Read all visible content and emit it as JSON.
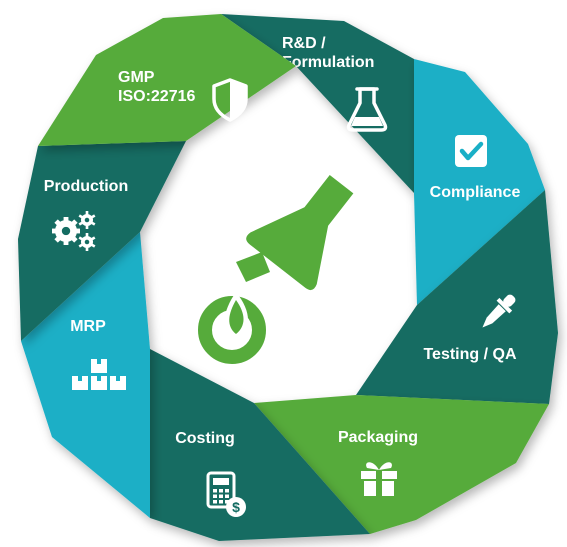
{
  "colors": {
    "dark_teal": "#146c62",
    "light_blue": "#1aafc6",
    "green": "#56ab3b",
    "white": "#ffffff"
  },
  "segments": [
    {
      "id": "rd",
      "lines": [
        "R&D /",
        "Formulation"
      ],
      "color": "dark_teal",
      "icon": "flask-icon"
    },
    {
      "id": "compliance",
      "lines": [
        "Compliance"
      ],
      "color": "light_blue",
      "icon": "checkbox-icon"
    },
    {
      "id": "testing",
      "lines": [
        "Testing / QA"
      ],
      "color": "dark_teal",
      "icon": "dropper-icon"
    },
    {
      "id": "packaging",
      "lines": [
        "Packaging"
      ],
      "color": "green",
      "icon": "gift-icon"
    },
    {
      "id": "costing",
      "lines": [
        "Costing"
      ],
      "color": "dark_teal",
      "icon": "calculator-dollar-icon"
    },
    {
      "id": "mrp",
      "lines": [
        "MRP"
      ],
      "color": "light_blue",
      "icon": "boxes-icon"
    },
    {
      "id": "production",
      "lines": [
        "Production"
      ],
      "color": "dark_teal",
      "icon": "gears-icon"
    },
    {
      "id": "gmp",
      "lines": [
        "GMP",
        "ISO:22716"
      ],
      "color": "green",
      "icon": "shield-icon"
    }
  ],
  "center": {
    "icon": "flask-pouring-drop-logo"
  }
}
